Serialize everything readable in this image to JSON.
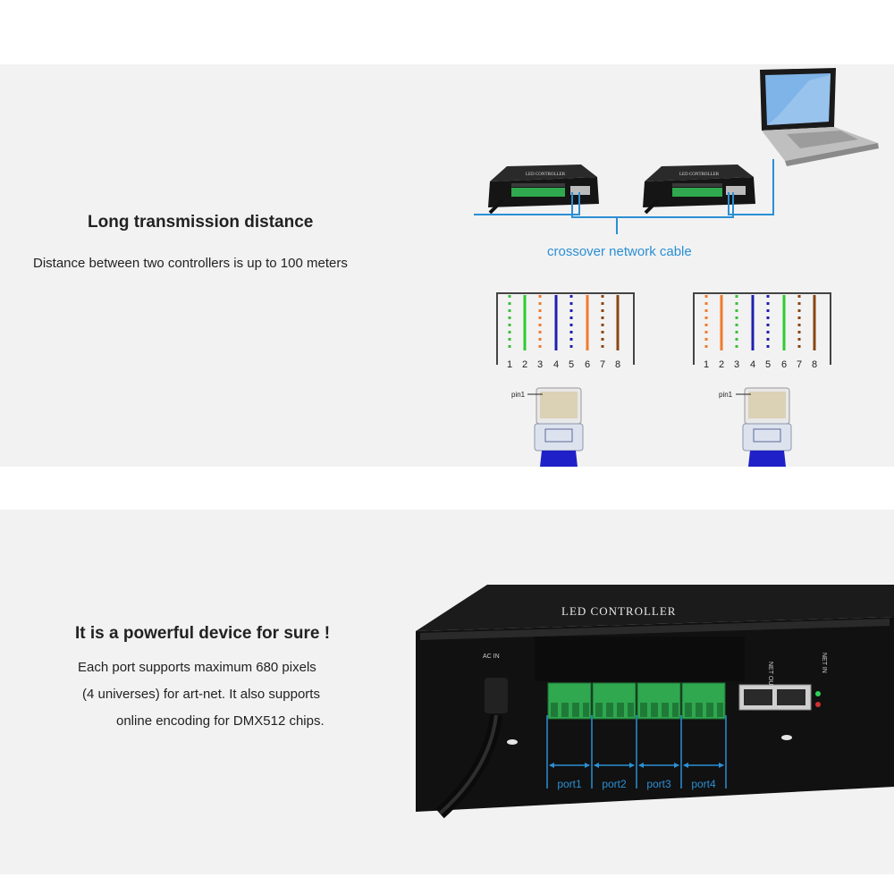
{
  "section1": {
    "heading": "Long transmission distance",
    "description": "Distance between two controllers is up to 100 meters",
    "cable_label": "crossover network cable",
    "controller_label": "LED CONTROLLER",
    "pin_label": "pin1",
    "pin_numbers": [
      "1",
      "2",
      "3",
      "4",
      "5",
      "6",
      "7",
      "8"
    ]
  },
  "section2": {
    "heading": "It is a powerful device for sure !",
    "line1": "Each port supports maximum 680 pixels",
    "line2": "(4 universes) for art-net. It also supports",
    "line3": "online encoding for DMX512 chips.",
    "device_title": "LED CONTROLLER",
    "ac_label": "AC IN",
    "net_label": "NET OUT",
    "led_labels": "NET IN",
    "ports": [
      "port1",
      "port2",
      "port3",
      "port4"
    ]
  },
  "colors": {
    "panel_bg": "#f2f2f2",
    "accent_blue": "#2b8fd4",
    "device_black": "#141414",
    "terminal_green": "#2fa84f"
  }
}
